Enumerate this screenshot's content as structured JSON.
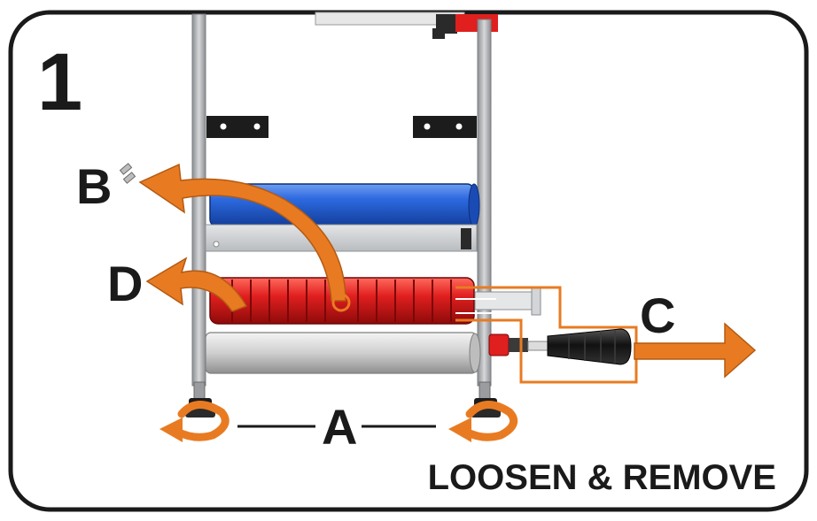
{
  "step_number": "1",
  "caption": "LOOSEN & REMOVE",
  "labels": {
    "a": "A",
    "b": "B",
    "c": "C",
    "d": "D"
  },
  "colors": {
    "frame_border": "#1a1a1a",
    "arrow_orange": "#e87b22",
    "blue_roller": "#1f5bd0",
    "red_roller": "#d41a1a",
    "silver_roller": "#c9c9c9",
    "frame_metal": "#a8aaad",
    "bracket_black": "#1c1c1c"
  }
}
